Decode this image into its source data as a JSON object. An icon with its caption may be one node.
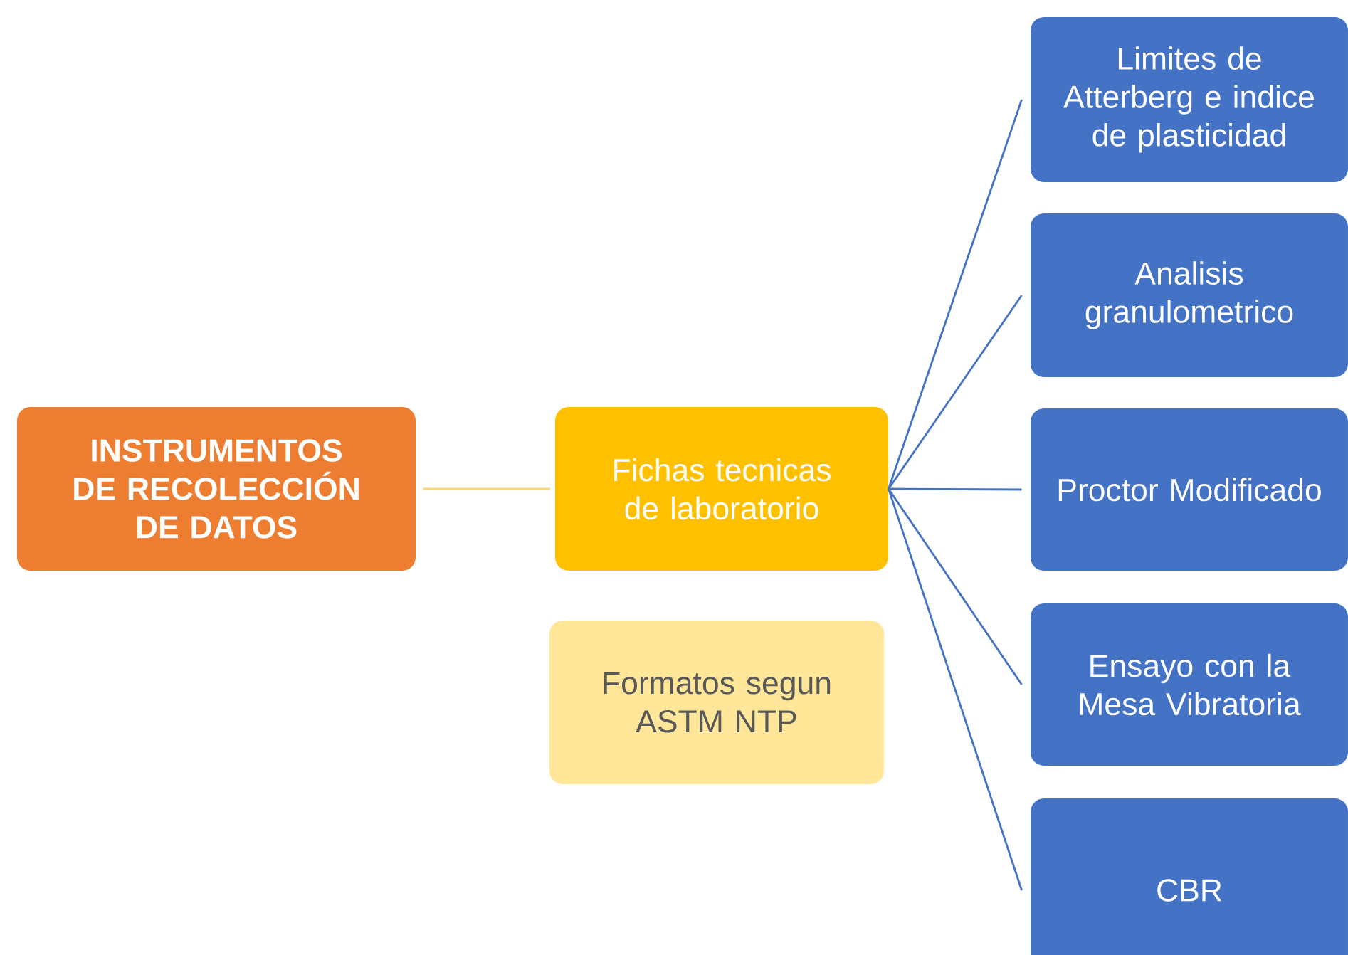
{
  "diagram": {
    "nodes": [
      {
        "text": [
          "INSTRUMENTOS DE RECOLECCIÓN DE DATOS"
        ]
      },
      {
        "text": [
          "Fichas tecnicas de laboratorio"
        ]
      },
      {
        "text": [
          "Formatos segun ASTM NTP"
        ]
      },
      {
        "text": [
          "Limites de Atterberg e indice de plasticidad"
        ]
      },
      {
        "text": [
          "Analisis granulometrico"
        ]
      },
      {
        "text": [
          "Proctor Modificado"
        ]
      },
      {
        "text": [
          "Ensayo con la Mesa Vibratoria"
        ]
      },
      {
        "text": [
          "CBR"
        ]
      }
    ],
    "edges": [
      {
        "from": 0,
        "to": 1,
        "arrow": "none",
        "color": "#ffd966"
      },
      {
        "from": 1,
        "to": 3,
        "arrow": "none"
      },
      {
        "from": 1,
        "to": 4,
        "arrow": "none"
      },
      {
        "from": 1,
        "to": 5,
        "arrow": "none"
      },
      {
        "from": 1,
        "to": 6,
        "arrow": "none"
      },
      {
        "from": 1,
        "to": 7,
        "arrow": "none"
      }
    ]
  }
}
